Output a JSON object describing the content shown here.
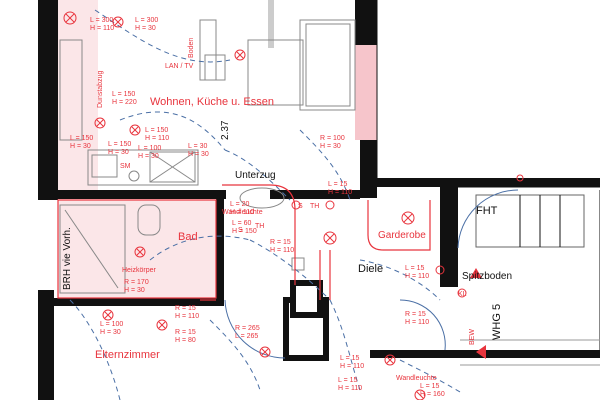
{
  "colors": {
    "wall": "#111111",
    "electrical": "#e8343d",
    "circuit": "#4a6fa5",
    "furniture": "#888888",
    "pink": "#f2b7bd"
  },
  "rooms": {
    "living": "Wohnen, Küche u. Essen",
    "bath": "Bad",
    "hall": "Diele",
    "parents": "Elternzimmer",
    "wardrobe": "Garderobe",
    "subdist": "Unterzug"
  },
  "stair": {
    "fht": "FHT",
    "spitzboden": "Spitzboden",
    "whg": "WHG 5"
  },
  "labels": {
    "bath_vert": "BRH vie Vorh.",
    "heater": "Heizkörper",
    "lan_tv": "LAN / TV",
    "boden": "Boden",
    "dunstabzug": "Dunstabzug",
    "wandleuchte1": "Wandleuchte",
    "wandleuchte2": "Wandleuchte",
    "dim_237": "2.37",
    "bew": "BEW",
    "sm": "SM",
    "s": "S",
    "th": "TH",
    "kl": "KL",
    "s2": "S",
    "th2": "TH"
  },
  "measures": [
    {
      "L": "L = 300",
      "H": "H = 110"
    },
    {
      "L": "L = 300",
      "H": "H = 30"
    },
    {
      "L": "L = 150",
      "H": "H = 220"
    },
    {
      "L": "L = 150",
      "H": "H = 110"
    },
    {
      "L": "L = 150",
      "H": "H = 30"
    },
    {
      "L": "L = 30",
      "H": "H = 30"
    },
    {
      "L": "R = 100",
      "H": "H = 30"
    },
    {
      "L": "L = 15",
      "H": "H = 110"
    },
    {
      "L": "L = 20",
      "H": "H = 110"
    },
    {
      "L": "L = 60",
      "H": "H = 150"
    },
    {
      "L": "R = 15",
      "H": "H = 110"
    },
    {
      "L": "R = 170",
      "H": "H = 30"
    },
    {
      "L": "L = 100",
      "H": "H = 30"
    },
    {
      "L": "R = 15",
      "H": "H = 110"
    },
    {
      "L": "R = 15",
      "H": "H = 80"
    },
    {
      "L": "L = 15",
      "H": "H = 110"
    },
    {
      "L": "R = 15",
      "H": "H = 110"
    },
    {
      "L": "L = 15",
      "H": "H = 110"
    },
    {
      "L": "L = 15",
      "H": "H = 110"
    },
    {
      "L": "L = 15",
      "H": "H = 160"
    },
    {
      "L": "R = 265",
      "H": "L = 265"
    },
    {
      "L": "L = 100",
      "H": "H = 30"
    },
    {
      "L": "L = 150",
      "H": "H = 30"
    }
  ]
}
